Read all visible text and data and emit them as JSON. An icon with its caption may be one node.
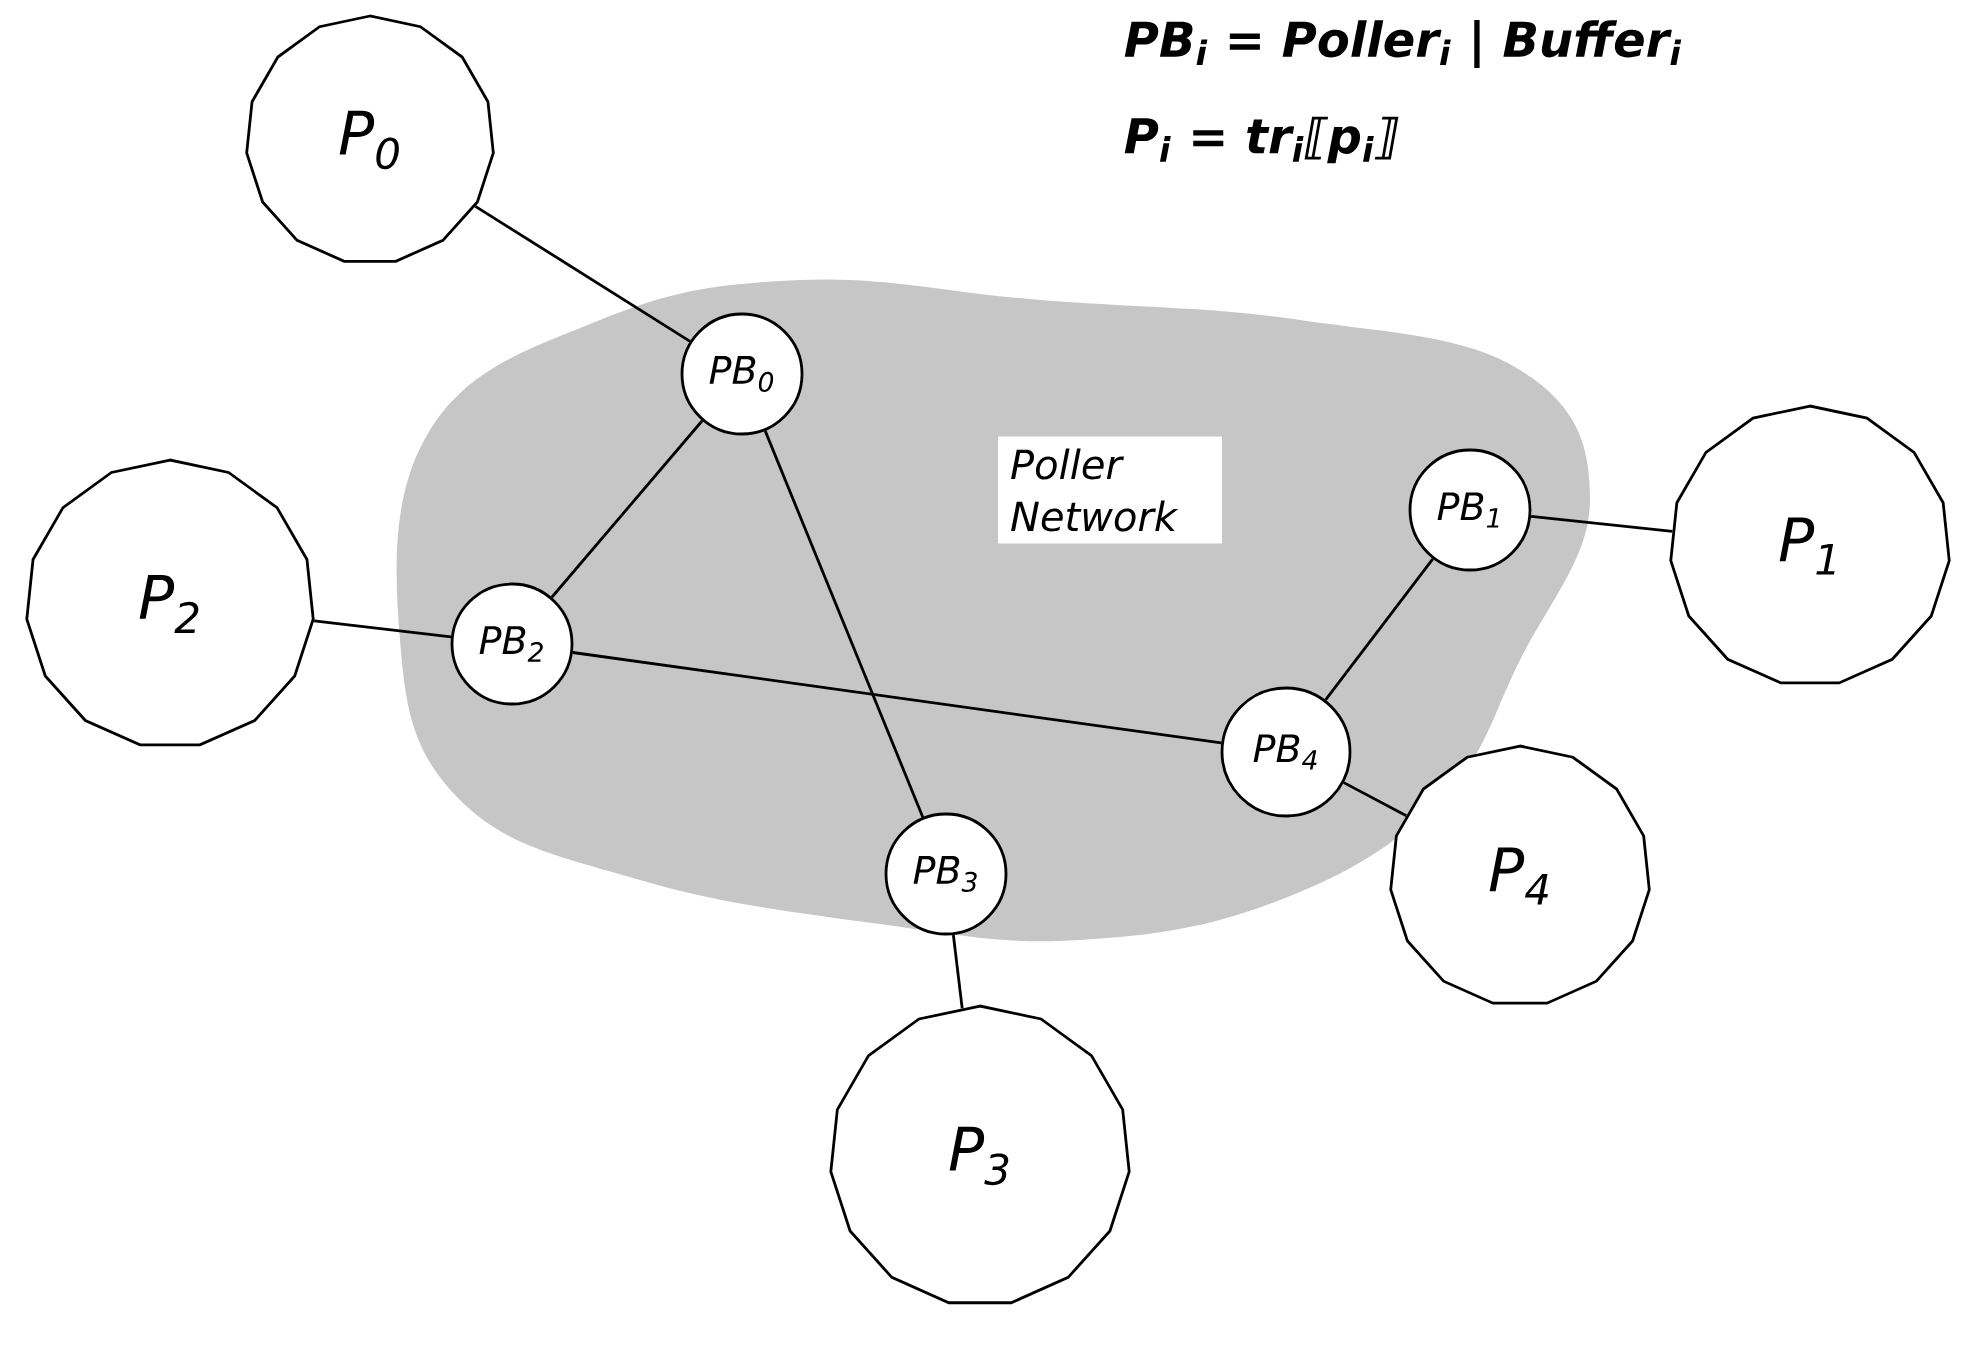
{
  "diagram": {
    "nodes": [
      {
        "text": [
          "Poller Network"
        ]
      },
      {
        "text": [
          "PB$_{0}$"
        ],
        "in": 0
      },
      {
        "text": [
          "PB$_{1}$"
        ],
        "in": 0
      },
      {
        "text": [
          "PB$_{2}$"
        ],
        "in": 0
      },
      {
        "text": [
          "PB$_{4}$"
        ],
        "in": 0
      },
      {
        "text": [
          "PB$_{3}$"
        ],
        "in": 0
      },
      {
        "text": [
          "P$_{0}$"
        ]
      },
      {
        "text": [
          "P$_{1}$"
        ]
      },
      {
        "text": [
          "P$_{2}$"
        ]
      },
      {
        "text": [
          "P$_{4}$"
        ]
      },
      {
        "text": [
          "P$_{3}$"
        ]
      }
    ],
    "edges": [
      {
        "from": 6,
        "to": 1,
        "arrow": "none"
      },
      {
        "from": 1,
        "to": 3,
        "arrow": "none"
      },
      {
        "from": 1,
        "to": 5,
        "arrow": "none"
      },
      {
        "from": 8,
        "to": 3,
        "arrow": "none"
      },
      {
        "from": 3,
        "to": 4,
        "arrow": "none"
      },
      {
        "from": 4,
        "to": 2,
        "arrow": "none"
      },
      {
        "from": 2,
        "to": 7,
        "arrow": "none"
      },
      {
        "from": 4,
        "to": 9,
        "arrow": "none"
      },
      {
        "from": 5,
        "to": 10,
        "arrow": "none"
      }
    ],
    "labels": [
      "PB$_{i}$ = Poller$_{i}$ | Buffer$_{i}$",
      "P$_{i}$ = tr$_{i}$⟦**p**$_{i}$⟧"
    ]
  }
}
